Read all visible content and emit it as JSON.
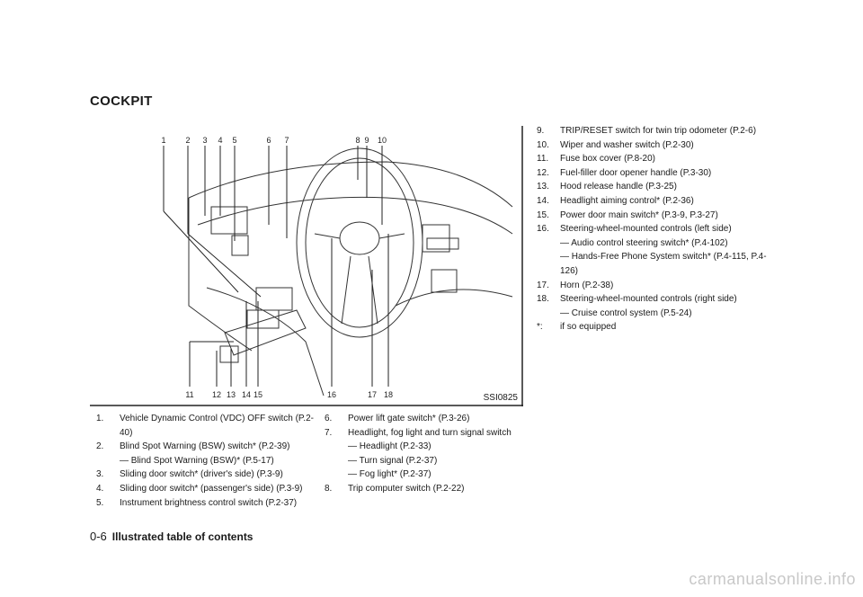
{
  "section_title": "COCKPIT",
  "figure": {
    "id": "SSI0825",
    "top_callouts": [
      "1",
      "2",
      "3",
      "4",
      "5",
      "6",
      "7",
      "8",
      "9",
      "10"
    ],
    "bottom_callouts": [
      "11",
      "12",
      "13",
      "14",
      "15",
      "16",
      "17",
      "18"
    ]
  },
  "columns": [
    [
      {
        "n": "1.",
        "text": "Vehicle Dynamic Control (VDC) OFF switch (P.2-40)",
        "subs": []
      },
      {
        "n": "2.",
        "text": "Blind Spot Warning (BSW) switch* (P.2-39)",
        "subs": [
          "— Blind Spot Warning (BSW)* (P.5-17)"
        ]
      },
      {
        "n": "3.",
        "text": "Sliding door switch* (driver's side) (P.3-9)",
        "subs": []
      },
      {
        "n": "4.",
        "text": "Sliding door switch* (passenger's side) (P.3-9)",
        "subs": []
      },
      {
        "n": "5.",
        "text": "Instrument brightness control switch (P.2-37)",
        "subs": []
      }
    ],
    [
      {
        "n": "6.",
        "text": "Power lift gate switch* (P.3-26)",
        "subs": []
      },
      {
        "n": "7.",
        "text": "Headlight, fog light and turn signal switch",
        "subs": [
          "— Headlight (P.2-33)",
          "— Turn signal (P.2-37)",
          "— Fog light* (P.2-37)"
        ]
      },
      {
        "n": "8.",
        "text": "Trip computer switch (P.2-22)",
        "subs": []
      }
    ],
    [
      {
        "n": "9.",
        "text": "TRIP/RESET switch for twin trip odometer (P.2-6)",
        "subs": []
      },
      {
        "n": "10.",
        "text": "Wiper and washer switch (P.2-30)",
        "subs": []
      },
      {
        "n": "11.",
        "text": "Fuse box cover (P.8-20)",
        "subs": []
      },
      {
        "n": "12.",
        "text": "Fuel-filler door opener handle (P.3-30)",
        "subs": []
      },
      {
        "n": "13.",
        "text": "Hood release handle (P.3-25)",
        "subs": []
      },
      {
        "n": "14.",
        "text": "Headlight aiming control* (P.2-36)",
        "subs": []
      },
      {
        "n": "15.",
        "text": "Power door main switch* (P.3-9, P.3-27)",
        "subs": []
      },
      {
        "n": "16.",
        "text": "Steering-wheel-mounted controls (left side)",
        "subs": [
          "— Audio control steering switch* (P.4-102)",
          "— Hands-Free Phone System switch* (P.4-115, P.4-126)"
        ]
      },
      {
        "n": "17.",
        "text": "Horn (P.2-38)",
        "subs": []
      },
      {
        "n": "18.",
        "text": "Steering-wheel-mounted controls (right side)",
        "subs": [
          "— Cruise control system (P.5-24)"
        ]
      },
      {
        "n": "*:",
        "text": "if so equipped",
        "subs": []
      }
    ]
  ],
  "footer": {
    "page": "0-6",
    "title": "Illustrated table of contents"
  },
  "watermark": "carmanualsonline.info"
}
